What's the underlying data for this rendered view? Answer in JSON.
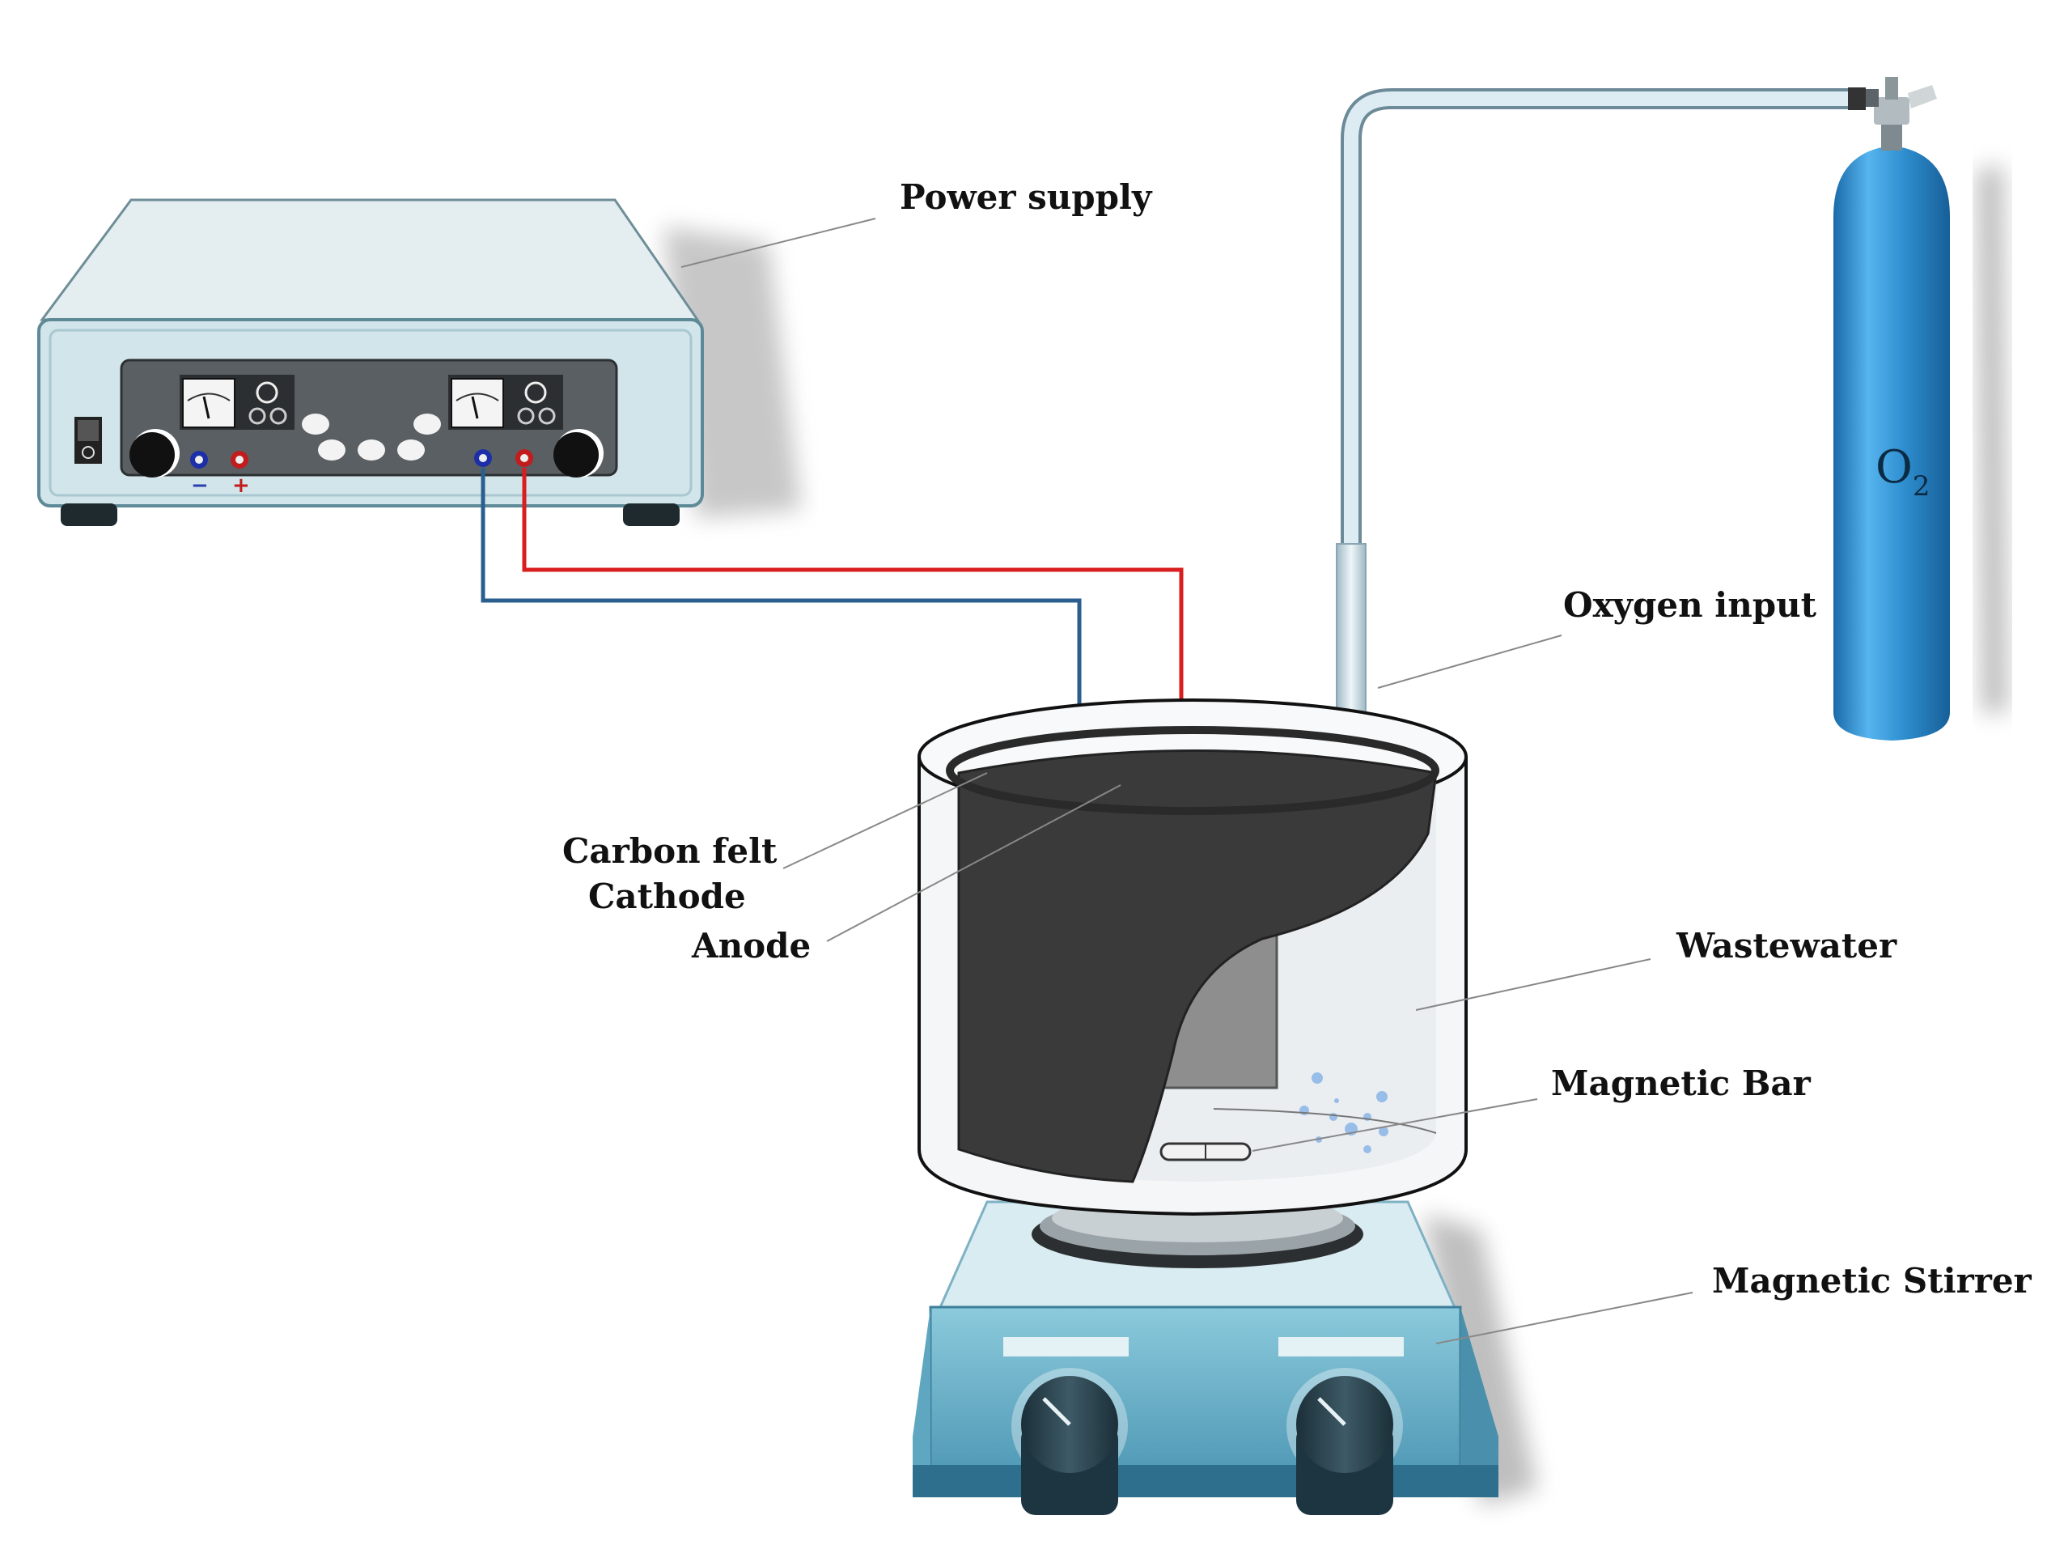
{
  "labels": {
    "power_supply": "Power supply",
    "oxygen_input": "Oxygen input",
    "carbon_felt_line1": "Carbon felt",
    "carbon_felt_line2": "Cathode",
    "anode": "Anode",
    "wastewater": "Wastewater",
    "magnetic_bar": "Magnetic Bar",
    "magnetic_stirrer": "Magnetic Stirrer"
  },
  "cylinder": {
    "gas": "O",
    "subscript": "2"
  },
  "terminals": {
    "minus": "−",
    "plus": "+"
  },
  "colors": {
    "positive_wire": "#d81e1e",
    "negative_wire": "#2a5e8f",
    "cylinder_blue": "#2f8fd0",
    "stirrer_blue": "#6ab0c8",
    "felt": "#3a3a3a"
  }
}
